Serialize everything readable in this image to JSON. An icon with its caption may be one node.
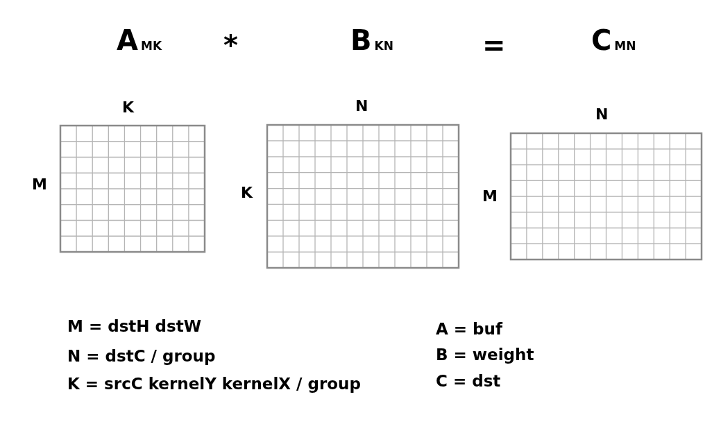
{
  "diagram": {
    "nodes": [
      {
        "text": [],
        "shape": "grid",
        "beside": [
          "K",
          "M"
        ]
      },
      {
        "text": [],
        "shape": "grid",
        "beside": [
          "N",
          "K"
        ]
      },
      {
        "text": [],
        "shape": "grid",
        "beside": [
          "N",
          "M"
        ]
      }
    ],
    "labels": [
      "A$_{MK}$",
      "*",
      "B$_{KN}$",
      "=",
      "C$_{MN}$",
      "M = dstH dstW",
      "A = buf",
      "N =  dstC / group",
      "B =  weight",
      "K = srcC kernelY kernelX / group",
      "C = dst"
    ]
  }
}
